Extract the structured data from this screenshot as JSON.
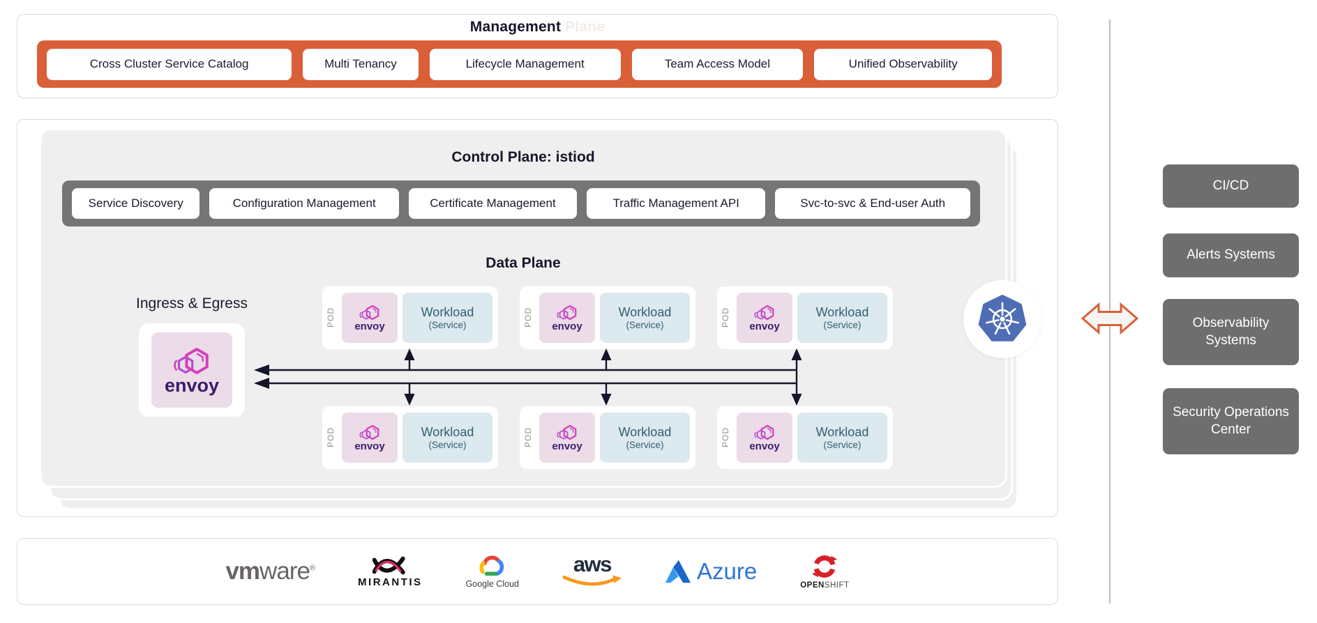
{
  "management": {
    "title": "Management",
    "title_ghost": "Plane",
    "items": [
      "Cross Cluster Service Catalog",
      "Multi Tenancy",
      "Lifecycle Management",
      "Team Access Model",
      "Unified Observability"
    ]
  },
  "cluster": {
    "control_plane_title": "Control Plane: istiod",
    "control_plane_items": [
      "Service Discovery",
      "Configuration Management",
      "Certificate Management",
      "Traffic Management API",
      "Svc-to-svc & End-user Auth"
    ],
    "data_plane_title": "Data Plane",
    "ingress_label": "Ingress & Egress",
    "ingress_envoy": "envoy",
    "pod": {
      "label": "POD",
      "envoy": "envoy",
      "workload": "Workload",
      "workload_sub": "(Service)"
    }
  },
  "integrations": {
    "items": [
      "CI/CD",
      "Alerts Systems",
      "Observability Systems",
      "Security Operations Center"
    ]
  },
  "providers": {
    "vmware": {
      "bold": "vm",
      "rest": "ware",
      "reg": "®"
    },
    "mirantis": {
      "label": "MIRANTIS"
    },
    "google": {
      "label": "Google Cloud"
    },
    "aws": {
      "label": "aws"
    },
    "azure": {
      "label": "Azure"
    },
    "openshift": {
      "bold": "OPEN",
      "rest": "SHIFT"
    }
  },
  "colors": {
    "accent_orange": "#D95F38",
    "control_bar_gray": "#757575",
    "integration_gray": "#6E6E6E",
    "cluster_bg": "#EFEFEF",
    "envoy_tile_pink": "#EBDCE7",
    "workload_tile_blue": "#DCE9EF",
    "kubernetes_blue": "#4F6DB4",
    "text_dark": "#16162B",
    "envoy_magenta": "#CE3FB9",
    "envoy_purple": "#3D1A6E",
    "azure_blue": "#2E74D8",
    "aws_orange": "#F7981F",
    "openshift_red": "#DA1F26"
  }
}
